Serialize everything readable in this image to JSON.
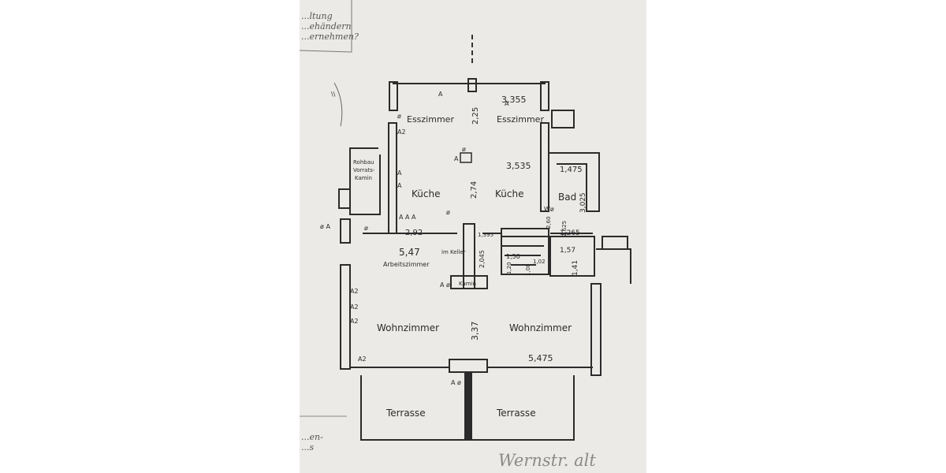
{
  "corner_note": [
    "...ltung",
    "...ehändern",
    "...ernehmen?"
  ],
  "bottom_left_note": [
    "...en-",
    "...s"
  ],
  "signature": "Wernstr. alt",
  "rooms": {
    "esszimmer_left": "Esszimmer",
    "esszimmer_right": "Esszimmer",
    "kueche_left": "Küche",
    "kueche_right": "Küche",
    "bad": "Bad",
    "kaminbox": [
      "Rohbau",
      "Vorrats-",
      "Kamin"
    ],
    "arbeitszimmer": "Arbeitszimmer",
    "im_keller": "im Keller",
    "kamin": "Kamin",
    "wohnzimmer_left": "Wohnzimmer",
    "wohnzimmer_right": "Wohnzimmer",
    "terrasse_left": "Terrasse",
    "terrasse_right": "Terrasse"
  },
  "dimensions": {
    "d3355": "3,355",
    "d225": "2,25",
    "d3535": "3,535",
    "d274": "2,74",
    "d1475": "1,475",
    "d3025": "3,025",
    "d292": "2,92",
    "d547": "5,47",
    "d1395": "1,395",
    "d2045": "2,045",
    "d150": "1,50",
    "d120": "1,20",
    "d108": "1,08",
    "d102": "1,02",
    "d1265": "1,265",
    "d157": "1,57",
    "d141": "1,41",
    "d337": "3,37",
    "d5475": "5,475",
    "d1625": "1,625",
    "d260": "2,60"
  }
}
